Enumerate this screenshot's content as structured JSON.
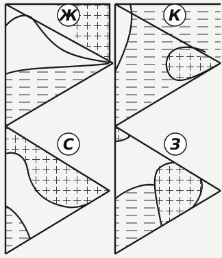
{
  "tiles": [
    {
      "id": "zh",
      "label": "Ж"
    },
    {
      "id": "k",
      "label": "К"
    },
    {
      "id": "s",
      "label": "С"
    },
    {
      "id": "z",
      "label": "З"
    }
  ],
  "colors": {
    "background": "#f4f4f2",
    "stroke": "#1a1a1a",
    "hatch": "#3a3a3a",
    "circle_fill": "#ffffff"
  }
}
